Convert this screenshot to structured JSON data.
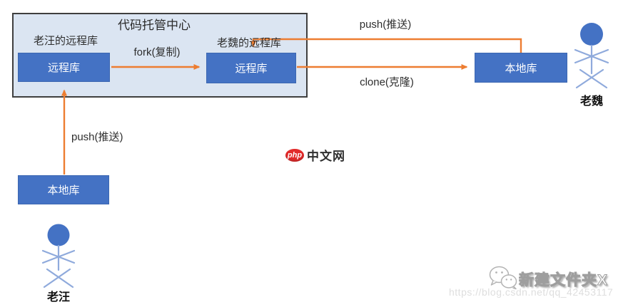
{
  "colors": {
    "node_blue": "#4472C4",
    "container_fill": "#DBE5F2",
    "container_border": "#3F3F3F",
    "arrow_orange": "#ED7D31",
    "figure_limb_blue": "#8FAADC",
    "php_red": "#E22B2B"
  },
  "hosting_center": {
    "title": "代码托管中心",
    "wang_section_label": "老汪的远程库",
    "wei_section_label": "老魏的远程库",
    "wang_remote_repo": "远程库",
    "wei_remote_repo": "远程库"
  },
  "arrows": {
    "fork_label": "fork(复制)",
    "push_top_label": "push(推送)",
    "clone_label": "clone(克隆)",
    "push_left_label": "push(推送)"
  },
  "local_repos": {
    "wei_local_repo": "本地库",
    "wang_local_repo": "本地库"
  },
  "actors": {
    "wei_name": "老魏",
    "wang_name": "老汪"
  },
  "watermarks": {
    "php_badge": "php",
    "php_site_name": "中文网",
    "php_icon": "php-logo-icon",
    "wechat_icon": "wechat-icon",
    "csdn_author": "新建文件夹X",
    "csdn_url": "https://blog.csdn.net/qq_42453117"
  }
}
